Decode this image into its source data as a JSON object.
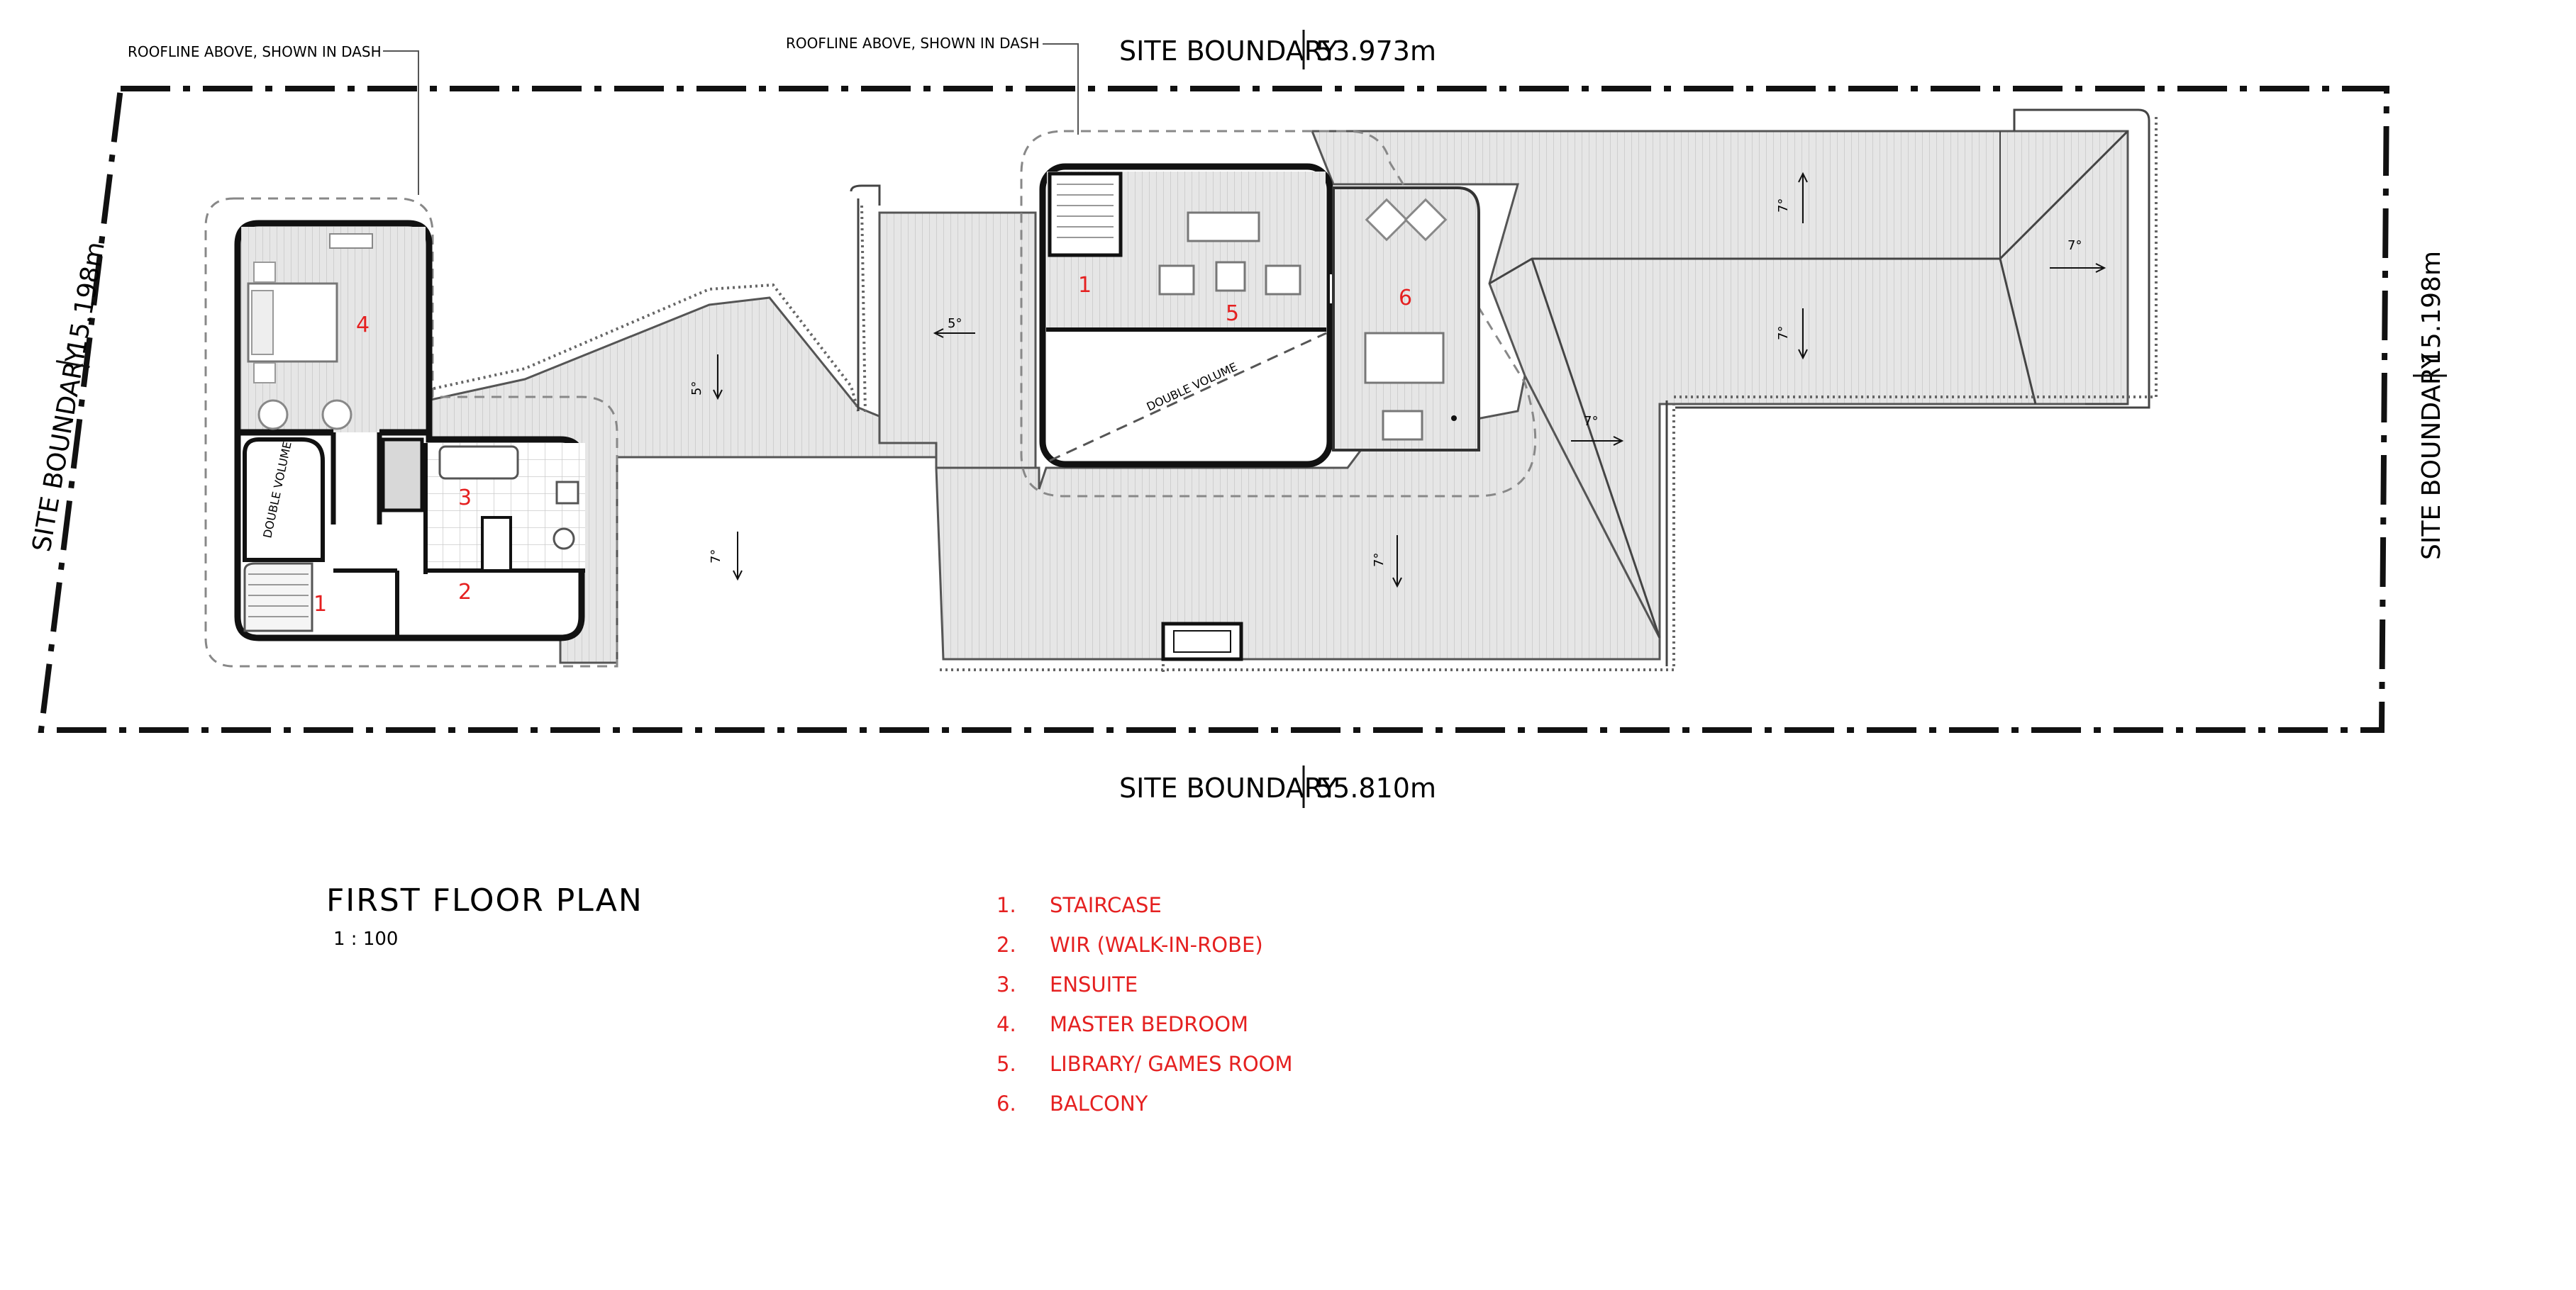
{
  "boundaries": {
    "top_label": "SITE BOUNDARY",
    "top_value": "53.973m",
    "bottom_label": "SITE BOUNDARY",
    "bottom_value": "55.810m",
    "left_label": "SITE BOUNDARY",
    "left_value": "15.198m",
    "right_label": "SITE BOUNDARY",
    "right_value": "15.198m"
  },
  "notes": {
    "roofline_left": "ROOFLINE ABOVE, SHOWN IN DASH",
    "roofline_right": "ROOFLINE ABOVE, SHOWN IN DASH",
    "double_volume_1": "DOUBLE VOLUME",
    "double_volume_2": "DOUBLE VOLUME"
  },
  "rooms": {
    "r1a": "1",
    "r2": "2",
    "r3": "3",
    "r4": "4",
    "r1b": "1",
    "r5": "5",
    "r6": "6"
  },
  "slopes": {
    "s1": "5°",
    "s2": "7°",
    "s3": "5°",
    "s4": "7°",
    "s5": "7°",
    "s6": "7°",
    "s7": "7°",
    "s8": "7°"
  },
  "plan": {
    "title": "FIRST FLOOR PLAN",
    "scale": "1 : 100"
  },
  "legend": [
    {
      "num": "1.",
      "text": "STAIRCASE"
    },
    {
      "num": "2.",
      "text": "WIR (WALK-IN-ROBE)"
    },
    {
      "num": "3.",
      "text": "ENSUITE"
    },
    {
      "num": "4.",
      "text": "MASTER BEDROOM"
    },
    {
      "num": "5.",
      "text": "LIBRARY/ GAMES ROOM"
    },
    {
      "num": "6.",
      "text": "BALCONY"
    }
  ],
  "colors": {
    "line": "#111111",
    "roof_fill": "#e4e4e4",
    "room_label": "#e52020",
    "dash": "#888888"
  }
}
